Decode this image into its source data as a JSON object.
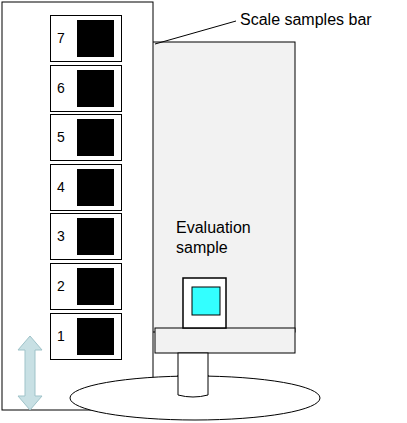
{
  "diagram": {
    "nodes": [
      {
        "text": [
          "7"
        ]
      },
      {
        "text": [
          "6"
        ]
      },
      {
        "text": [
          "5"
        ]
      },
      {
        "text": [
          "4"
        ]
      },
      {
        "text": [
          "3"
        ]
      },
      {
        "text": [
          "2"
        ]
      },
      {
        "text": [
          "1"
        ]
      }
    ],
    "labels": [
      "Scale samples bar",
      "Evaluation sample"
    ]
  }
}
